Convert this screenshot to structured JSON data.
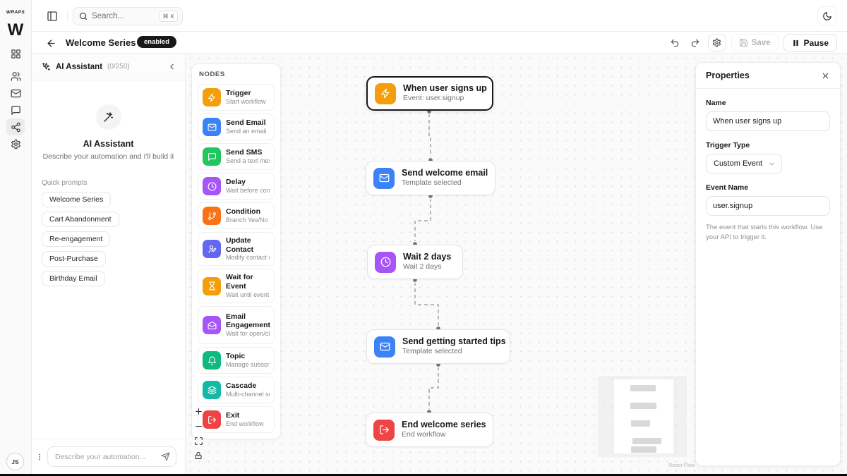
{
  "app": {
    "wordmark": "WRAPS",
    "logo_letter": "W",
    "user_initials": "JS"
  },
  "topbar": {
    "search_placeholder": "Search...",
    "search_shortcut": "⌘ K"
  },
  "header": {
    "title": "Welcome Series",
    "status_badge": "enabled",
    "save_label": "Save",
    "pause_label": "Pause"
  },
  "ai_panel": {
    "title": "AI Assistant",
    "counter": "(0/250)",
    "empty_title": "AI Assistant",
    "empty_subtitle": "Describe your automation and I'll build it",
    "quick_prompts_label": "Quick prompts",
    "prompts": [
      {
        "label": "Welcome Series"
      },
      {
        "label": "Cart Abandonment"
      },
      {
        "label": "Re-engagement"
      },
      {
        "label": "Post-Purchase"
      },
      {
        "label": "Birthday Email"
      }
    ],
    "input_placeholder": "Describe your automation..."
  },
  "palette": {
    "title": "NODES",
    "items": [
      {
        "title": "Trigger",
        "subtitle": "Start workflow",
        "icon": "zap",
        "color": "#f59e0b"
      },
      {
        "title": "Send Email",
        "subtitle": "Send an email",
        "icon": "mail",
        "color": "#3b82f6"
      },
      {
        "title": "Send SMS",
        "subtitle": "Send a text mess...",
        "icon": "message-square",
        "color": "#22c55e"
      },
      {
        "title": "Delay",
        "subtitle": "Wait before conti...",
        "icon": "clock",
        "color": "#a855f7"
      },
      {
        "title": "Condition",
        "subtitle": "Branch Yes/No",
        "icon": "git-branch",
        "color": "#f97316"
      },
      {
        "title": "Update Contact",
        "subtitle": "Modify contact d...",
        "icon": "user-pen",
        "color": "#6366f1"
      },
      {
        "title": "Wait for Event",
        "subtitle": "Wait until event o...",
        "icon": "hourglass",
        "color": "#f59e0b"
      },
      {
        "title": "Email Engagement",
        "subtitle": "Wait for open/click",
        "icon": "mail-open",
        "color": "#a855f7"
      },
      {
        "title": "Topic",
        "subtitle": "Manage subscri...",
        "icon": "bell",
        "color": "#10b981"
      },
      {
        "title": "Cascade",
        "subtitle": "Multi-channel se...",
        "icon": "layers",
        "color": "#14b8a6"
      },
      {
        "title": "Exit",
        "subtitle": "End workflow",
        "icon": "log-out",
        "color": "#ef4444"
      }
    ]
  },
  "workflow": {
    "nodes": [
      {
        "title": "When user signs up",
        "subtitle": "Event: user.signup",
        "icon": "zap",
        "color": "#f59e0b",
        "selected": true
      },
      {
        "title": "Send welcome email",
        "subtitle": "Template selected",
        "icon": "mail",
        "color": "#3b82f6",
        "selected": false
      },
      {
        "title": "Wait 2 days",
        "subtitle": "Wait 2 days",
        "icon": "clock",
        "color": "#a855f7",
        "selected": false
      },
      {
        "title": "Send getting started tips",
        "subtitle": "Template selected",
        "icon": "mail",
        "color": "#3b82f6",
        "selected": false
      },
      {
        "title": "End welcome series",
        "subtitle": "End workflow",
        "icon": "log-out",
        "color": "#ef4444",
        "selected": false
      }
    ]
  },
  "properties": {
    "title": "Properties",
    "name_label": "Name",
    "name_value": "When user signs up",
    "trigger_type_label": "Trigger Type",
    "trigger_type_value": "Custom Event",
    "event_name_label": "Event Name",
    "event_name_value": "user.signup",
    "helper_text": "The event that starts this workflow. Use your API to trigger it."
  },
  "attribution": "React Flow",
  "colors": {
    "accent_dark": "#18181b",
    "canvas_bg": "#fafafa",
    "edge": "#9ca3af",
    "amber": "#f59e0b",
    "blue": "#3b82f6",
    "green": "#22c55e",
    "purple": "#a855f7",
    "orange": "#f97316",
    "indigo": "#6366f1",
    "emerald": "#10b981",
    "teal": "#14b8a6",
    "red": "#ef4444"
  }
}
